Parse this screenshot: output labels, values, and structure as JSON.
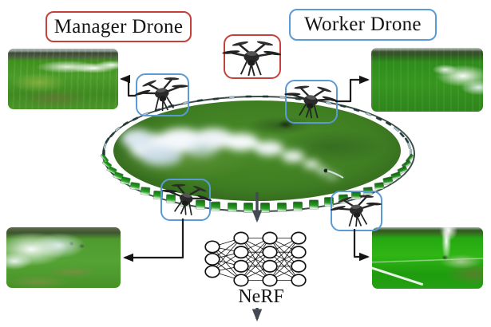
{
  "figure": {
    "title": "Manager and worker drones building a NeRF scene reconstruction",
    "background": "#ffffff"
  },
  "labels": {
    "manager_drone": "Manager Drone",
    "worker_drone": "Worker Drone",
    "nerf": "NeRF"
  },
  "colors": {
    "manager_accent": "#c5403a",
    "worker_accent": "#5b9bd5",
    "connector": "#1c1c1c",
    "center_arrow": "#434a54",
    "network_stroke": "#141414",
    "field_green": "#2f8c1c",
    "ring_green": "#2f8f2f"
  },
  "nerf_network": {
    "layers": [
      3,
      4,
      4,
      4
    ]
  },
  "camera_ring": {
    "frame_count": 58
  },
  "drones": {
    "manager_count": 1,
    "worker_count": 4
  },
  "images": {
    "top_left": {
      "description": "onboard view: green field with white smoke trail"
    },
    "top_right": {
      "description": "onboard view: green field with smoke plume at right"
    },
    "bottom_left": {
      "description": "onboard view: large white smoke cloud over field"
    },
    "bottom_right": {
      "description": "onboard view: bright field with rising smoke column"
    }
  }
}
